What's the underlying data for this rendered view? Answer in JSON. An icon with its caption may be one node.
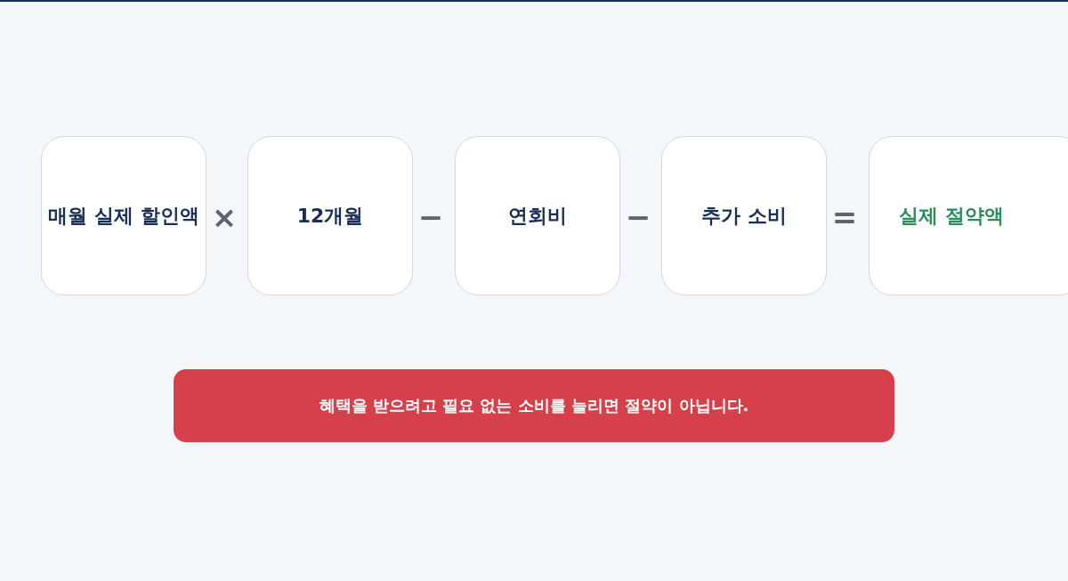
{
  "diagram": {
    "nodes": [
      {
        "text": [
          "매월 실제 할인액"
        ]
      },
      {
        "text": [
          "12개월"
        ]
      },
      {
        "text": [
          "연회비"
        ]
      },
      {
        "text": [
          "추가 소비"
        ]
      },
      {
        "text": [
          "실제 절약액"
        ]
      },
      {
        "text": [
          "혜택을 받으려고 필요 없는 소비를 늘리면 절약이 아닙니다."
        ]
      }
    ],
    "edges": [],
    "labels": [
      "×",
      "−",
      "−",
      "="
    ]
  }
}
